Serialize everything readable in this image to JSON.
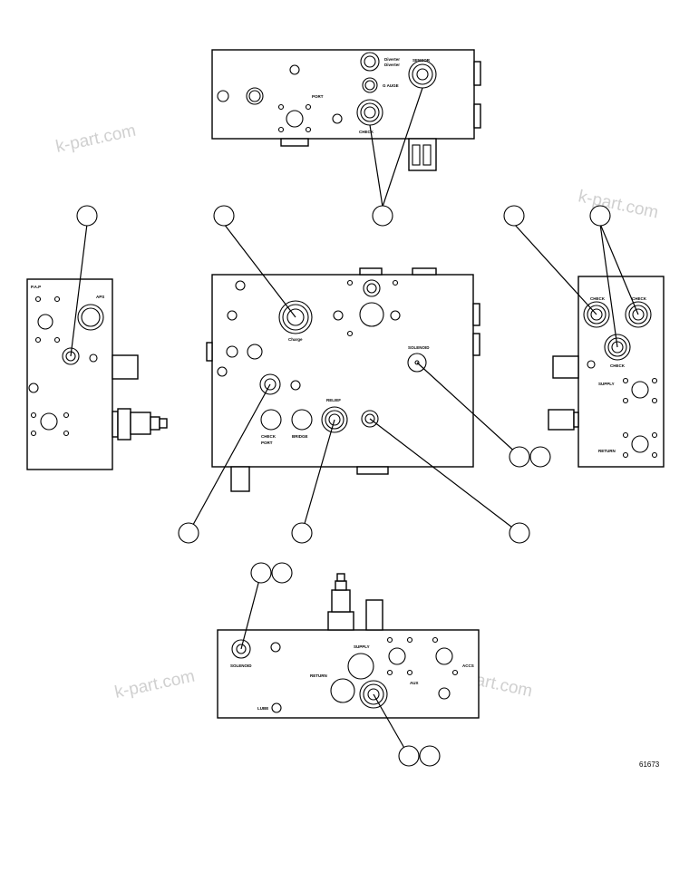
{
  "watermark": "k-part.com",
  "drawing_number": "61673",
  "labels": {
    "top_diverter_a": "Diverter",
    "top_diverter_b": "Diverter",
    "top_gauge": "G AUGE",
    "top_check": "CHECK",
    "top_sensor": "SENSOR",
    "top_port": "PORT",
    "left_pump": "P.A.P",
    "left_aps": "APS",
    "center_charge": "Charge",
    "center_solenoid": "SOLENOID",
    "center_relief": "RELIEF",
    "center_bridge": "BRIDGE",
    "center_check": "CHECK",
    "center_port": "PORT",
    "right_check_a": "CHECK",
    "right_check_b": "CHECK",
    "right_check_c": "CHECK",
    "right_supply": "SUPPLY",
    "right_return": "RETURN",
    "bottom_solenoid": "SOLENOID",
    "bottom_supply": "SUPPLY",
    "bottom_return": "RETURN",
    "bottom_lube": "LUBE",
    "bottom_aux": "AUX",
    "bottom_accs": "ACCS"
  },
  "colors": {
    "line": "#000000",
    "watermark": "#cfcfcf",
    "background": "#ffffff"
  }
}
